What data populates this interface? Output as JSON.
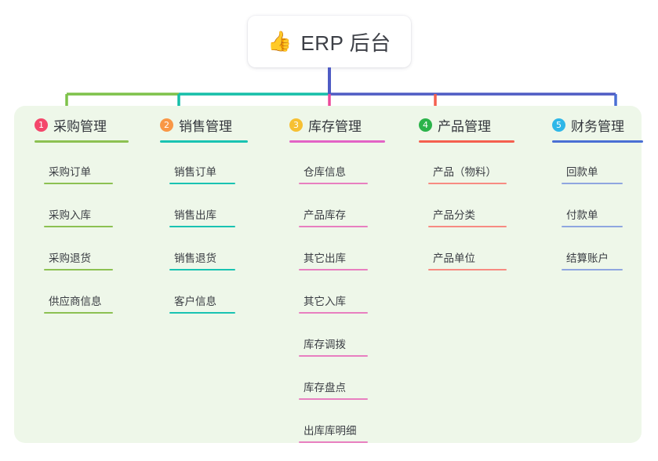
{
  "diagram": {
    "type": "mindmap-tree",
    "root": {
      "emoji": "👍",
      "emoji_name": "thumbs-up-icon",
      "title": "ERP 后台"
    },
    "panel_color": "#eef7e9",
    "root_stem_color": "#4e5bc4",
    "trunk_colors": {
      "segment_1": "#7ec24a",
      "segment_2": "#16bfa8",
      "segment_3": "#4e5bc4",
      "segment_4": "#4e5bc4"
    },
    "columns": [
      {
        "index": "1",
        "title": "采购管理",
        "badge_color": "#f4476b",
        "rule_color": "#8cc152",
        "branch_color": "#8cc152",
        "drop_color": "#7ec24a",
        "items": [
          {
            "label": "采购订单"
          },
          {
            "label": "采购入库"
          },
          {
            "label": "采购退货"
          },
          {
            "label": "供应商信息"
          }
        ]
      },
      {
        "index": "2",
        "title": "销售管理",
        "badge_color": "#f99746",
        "rule_color": "#19c3b2",
        "branch_color": "#19c3b2",
        "drop_color": "#16bfa8",
        "items": [
          {
            "label": "销售订单"
          },
          {
            "label": "销售出库"
          },
          {
            "label": "销售退货"
          },
          {
            "label": "客户信息"
          }
        ]
      },
      {
        "index": "3",
        "title": "库存管理",
        "badge_color": "#f6c033",
        "rule_color": "#e263c5",
        "branch_color": "#e87fc0",
        "drop_color": "#ec4a9b",
        "items": [
          {
            "label": "仓库信息"
          },
          {
            "label": "产品库存"
          },
          {
            "label": "其它出库"
          },
          {
            "label": "其它入库"
          },
          {
            "label": "库存调拨"
          },
          {
            "label": "库存盘点"
          },
          {
            "label": "出库库明细"
          }
        ]
      },
      {
        "index": "4",
        "title": "产品管理",
        "badge_color": "#2bb34a",
        "rule_color": "#f4604f",
        "branch_color": "#f78b82",
        "drop_color": "#f4604f",
        "items": [
          {
            "label": "产品（物料）"
          },
          {
            "label": "产品分类"
          },
          {
            "label": "产品单位"
          }
        ]
      },
      {
        "index": "5",
        "title": "财务管理",
        "badge_color": "#2eb7e8",
        "rule_color": "#4a6fd4",
        "branch_color": "#8fa6e0",
        "drop_color": "#4a6fd4",
        "items": [
          {
            "label": "回款单"
          },
          {
            "label": "付款单"
          },
          {
            "label": "结算账户"
          }
        ]
      }
    ]
  }
}
